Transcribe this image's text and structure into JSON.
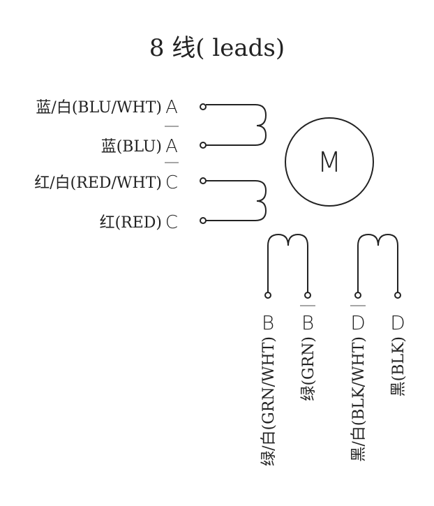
{
  "title": "8 线( leads)",
  "motor": {
    "label": "M"
  },
  "left_leads": [
    {
      "label": "蓝/白(BLU/WHT)",
      "terminal": "A",
      "overbar": false
    },
    {
      "label": "蓝(BLU)",
      "terminal": "A",
      "overbar": true
    },
    {
      "label": "红/白(RED/WHT)",
      "terminal": "C",
      "overbar": true
    },
    {
      "label": "红(RED)",
      "terminal": "C",
      "overbar": false
    }
  ],
  "bottom_leads": [
    {
      "label": "绿/白(GRN/WHT)",
      "terminal": "B",
      "overbar": false
    },
    {
      "label": "绿(GRN)",
      "terminal": "B",
      "overbar": true
    },
    {
      "label": "黑/白(BLK/WHT)",
      "terminal": "D",
      "overbar": true
    },
    {
      "label": "黑(BLK)",
      "terminal": "D",
      "overbar": false
    }
  ],
  "colors": {
    "line": "#222222",
    "text": "#222222",
    "overbar": "#888888"
  }
}
